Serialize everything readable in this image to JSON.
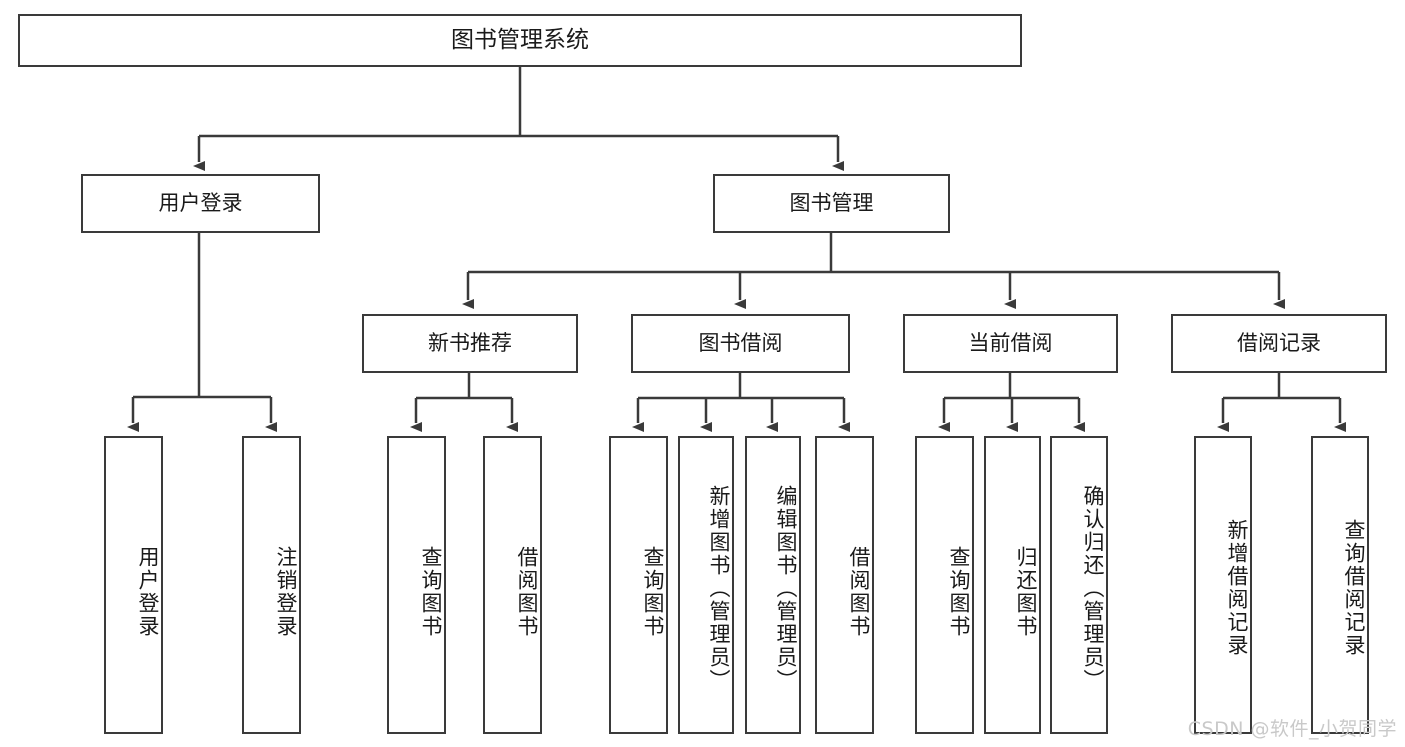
{
  "diagram": {
    "title": "图书管理系统",
    "type": "tree-hierarchy",
    "root": {
      "label": "图书管理系统"
    },
    "level2": [
      {
        "label": "用户登录"
      },
      {
        "label": "图书管理"
      }
    ],
    "level3": [
      {
        "label": "新书推荐"
      },
      {
        "label": "图书借阅"
      },
      {
        "label": "当前借阅"
      },
      {
        "label": "借阅记录"
      }
    ],
    "leaves": {
      "user_login": [
        {
          "label": "用户登录"
        },
        {
          "label": "注销登录"
        }
      ],
      "new_book_recommend": [
        {
          "label": "查询图书"
        },
        {
          "label": "借阅图书"
        }
      ],
      "book_borrow": [
        {
          "label": "查询图书"
        },
        {
          "label": "新增图书（管理员）"
        },
        {
          "label": "编辑图书（管理员）"
        },
        {
          "label": "借阅图书"
        }
      ],
      "current_borrow": [
        {
          "label": "查询图书"
        },
        {
          "label": "归还图书"
        },
        {
          "label": "确认归还（管理员）"
        }
      ],
      "borrow_record": [
        {
          "label": "新增借阅记录"
        },
        {
          "label": "查询借阅记录"
        }
      ]
    }
  },
  "watermark": {
    "text": "CSDN @软件_小贺同学"
  },
  "colors": {
    "border": "#3a3a3a",
    "background": "#ffffff",
    "text": "#1a1a1a",
    "watermark": "#c9c9c9"
  }
}
